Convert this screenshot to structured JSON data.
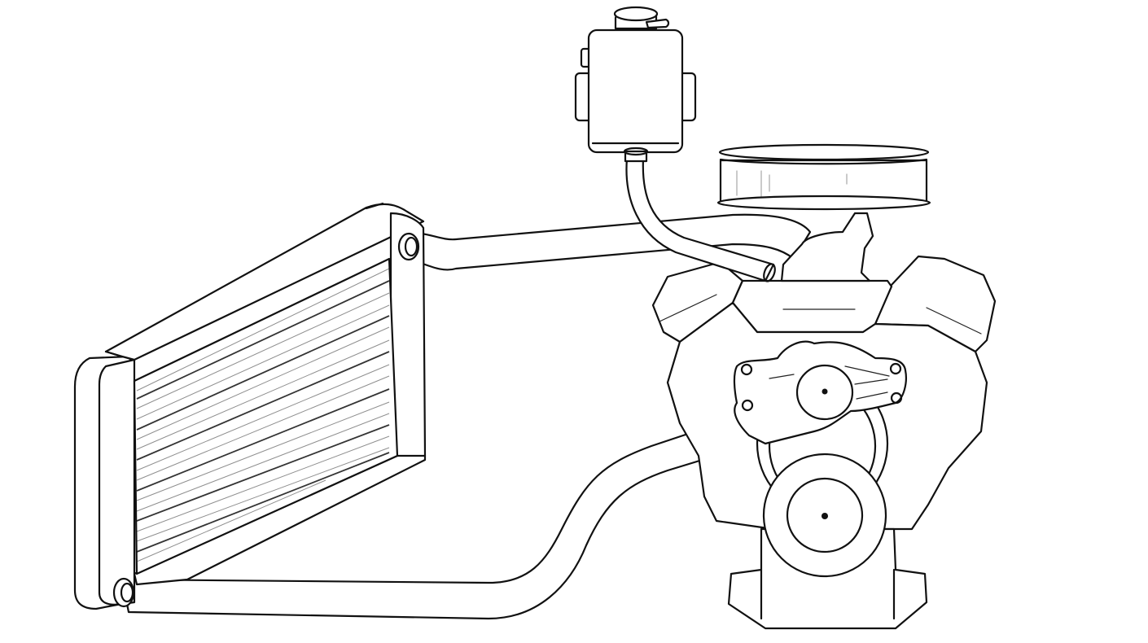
{
  "diagram": {
    "title": "Engine cooling system line drawing",
    "background": "#ffffff",
    "stroke_color": "#111111",
    "components": [
      {
        "id": "radiator",
        "label": "Radiator"
      },
      {
        "id": "upper-hose",
        "label": "Upper radiator hose"
      },
      {
        "id": "lower-hose",
        "label": "Lower radiator hose"
      },
      {
        "id": "overflow-tank",
        "label": "Coolant overflow tank"
      },
      {
        "id": "overflow-hose",
        "label": "Overflow hose"
      },
      {
        "id": "air-cleaner",
        "label": "Air cleaner"
      },
      {
        "id": "engine-block",
        "label": "V8 engine block"
      },
      {
        "id": "water-pump",
        "label": "Water pump"
      },
      {
        "id": "crank-pulley",
        "label": "Crankshaft pulley"
      }
    ]
  }
}
